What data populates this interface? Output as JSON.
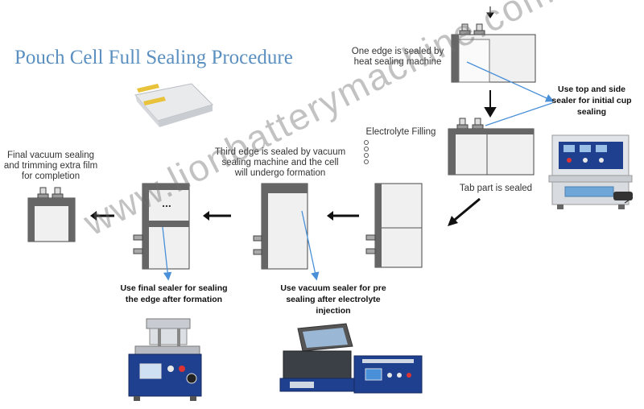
{
  "title": "Pouch Cell Full Sealing Procedure",
  "steps": {
    "step1": "One edge is sealed by heat sealing machine",
    "step2": "Electrolyte Filling",
    "step3": "Tab part is sealed",
    "step4": "Third edge is sealed by vacuum sealing machine and the cell will undergo formation",
    "step5": "Final vacuum sealing and trimming extra film for completion"
  },
  "machines": {
    "top_side_sealer": "Use top and side sealer for initial cup sealing",
    "vacuum_pre_sealer": "Use vacuum sealer for pre sealing after electrolyte injection",
    "final_sealer": "Use final sealer for sealing the edge after formation"
  },
  "dots": "...",
  "watermark": "www.lionbatterymachine.com",
  "colors": {
    "title": "#5a8fc0",
    "leader_line": "#4a90d9",
    "cell_fill": "#f0f0f0",
    "seal_band": "#666666",
    "machine_blue": "#1f3f8f"
  }
}
